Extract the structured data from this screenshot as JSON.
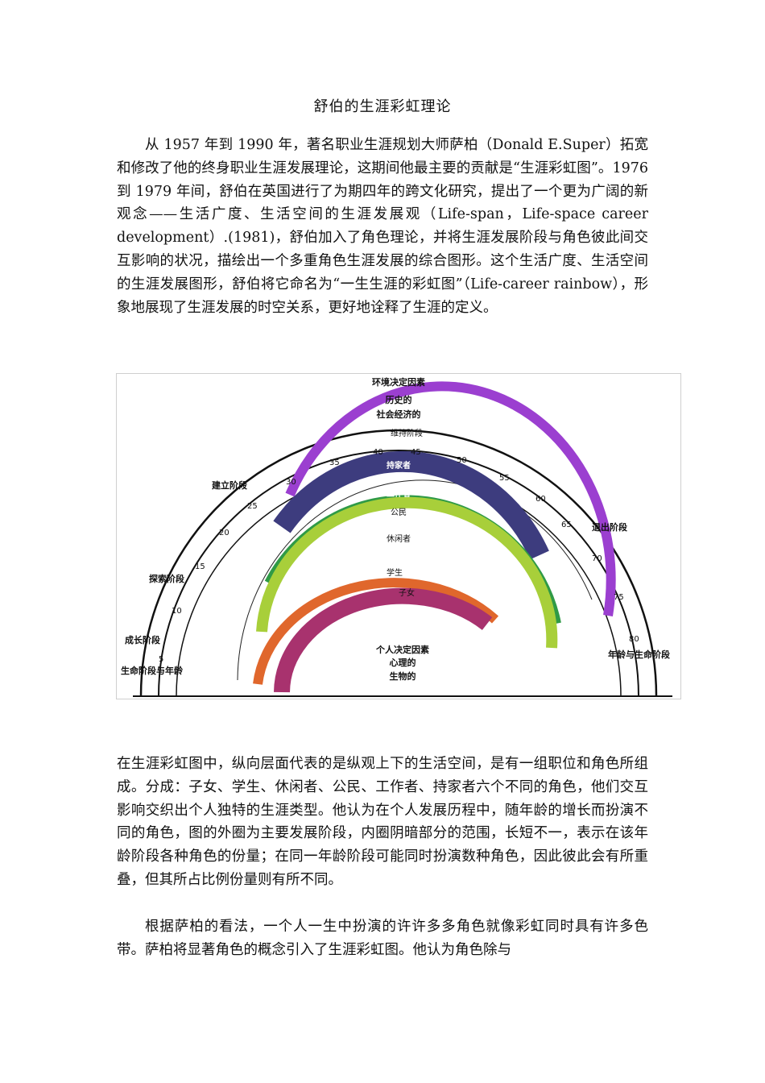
{
  "title": "舒伯的生涯彩虹理论",
  "paragraphs": [
    "从 1957 年到 1990 年，著名职业生涯规划大师萨柏（Donald E.Super）拓宽和修改了他的终身职业生涯发展理论，这期间他最主要的贡献是“生涯彩虹图”。1976 到 1979 年间，舒伯在英国进行了为期四年的跨文化研究，提出了一个更为广阔的新观念——生活广度、生活空间的生涯发展观（Life-span，Life-space career development）.(1981)，舒伯加入了角色理论，并将生涯发展阶段与角色彼此间交互影响的状况，描绘出一个多重角色生涯发展的综合图形。这个生活广度、生活空间的生涯发展图形，舒伯将它命名为“一生生涯的彩虹图”（Life-career rainbow），形象地展现了生涯发展的时空关系，更好地诠释了生涯的定义。",
    "在生涯彩虹图中，纵向层面代表的是纵观上下的生活空间，是有一组职位和角色所组成。分成：子女、学生、休闲者、公民、工作者、持家者六个不同的角色，他们交互影响交织出个人独特的生涯类型。他认为在个人发展历程中，随年龄的增长而扮演不同的角色，图的外圈为主要发展阶段，内圈阴暗部分的范围，长短不一，表示在该年龄阶段各种角色的份量；在同一年龄阶段可能同时扮演数种角色，因此彼此会有所重叠，但其所占比例份量则有所不同。",
    "根据萨柏的看法，一个人一生中扮演的许许多多角色就像彩虹同时具有许多色带。萨柏将显著角色的概念引入了生涯彩虹图。他认为角色除与"
  ],
  "figure": {
    "top_labels": [
      "环境决定因素",
      "历史的",
      "社会经济的"
    ],
    "stages": {
      "maintenance": "维持阶段",
      "establishment": "建立阶段",
      "exploration": "探索阶段",
      "growth": "成长阶段",
      "decline": "退出阶段"
    },
    "left_axis_label": "生命阶段与年龄",
    "right_axis_label": "年龄与生命阶段",
    "age_ticks": [
      "5",
      "10",
      "15",
      "20",
      "25",
      "30",
      "35",
      "40",
      "45",
      "50",
      "55",
      "60",
      "65",
      "70",
      "75",
      "80"
    ],
    "roles": [
      "持家者",
      "工作者",
      "公民",
      "休闲者",
      "学生",
      "子女"
    ],
    "center_labels": [
      "个人决定因素",
      "心理的",
      "生物的"
    ],
    "colors": {
      "homemaker": "#9b3fd0",
      "worker": "#3d3c7e",
      "citizen": "#2f9a46",
      "leisure": "#a8cf3a",
      "student": "#e0672c",
      "child": "#a8326e"
    }
  }
}
